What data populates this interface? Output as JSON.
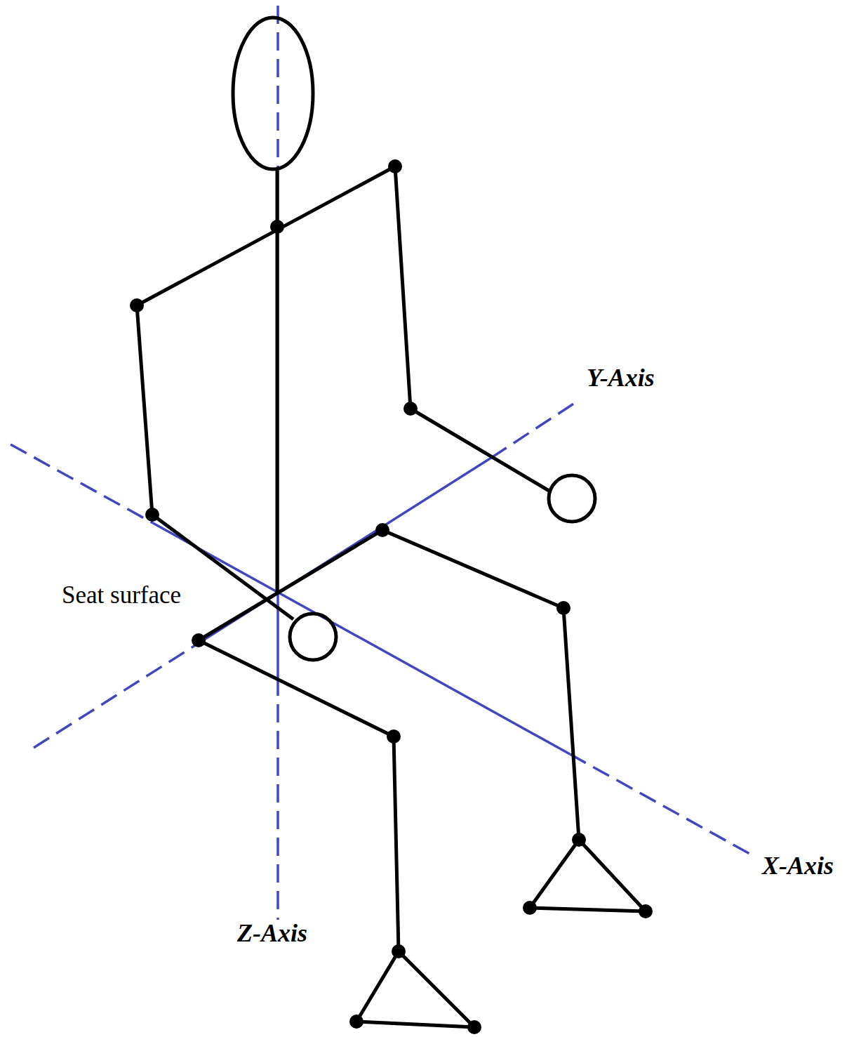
{
  "diagram": {
    "labels": [
      "Y-Axis",
      "X-Axis",
      "Z-Axis",
      "Seat surface"
    ]
  }
}
